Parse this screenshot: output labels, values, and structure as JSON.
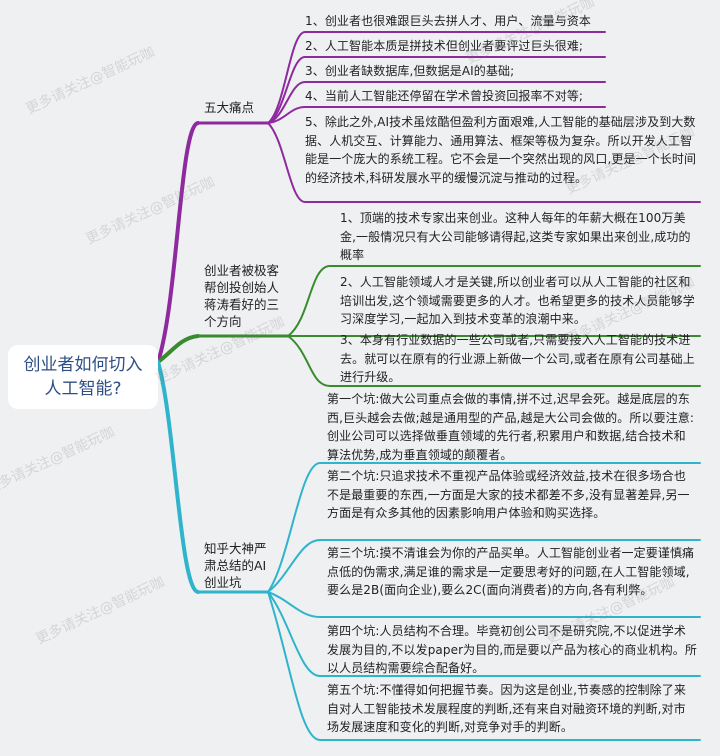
{
  "root": {
    "title": "创业者如何切入人工智能?"
  },
  "branches": [
    {
      "label": "五大痛点",
      "color": "#8e2a9e",
      "leaves": [
        "1、创业者也很难跟巨头去拼人才、用户、流量与资本",
        "2、人工智能本质是拼技术但创业者要评过巨头很难;",
        "3、创业者缺数据库,但数据是AI的基础;",
        "4、当前人工智能还停留在学术曾投资回报率不对等;",
        "5、除此之外,AI技术虽炫酷但盈利方面艰难,人工智能的基础层涉及到大数据、人机交互、计算能力、通用算法、框架等极为复杂。所以开发人工智能是一个庞大的系统工程。它不会是一个突然出现的风口,更是一个长时间的经济技术,科研发展水平的缓慢沉淀与推动的过程。"
      ]
    },
    {
      "label": "创业者被极客帮创投创始人蒋涛看好的三个方向",
      "color": "#3a8a2e",
      "leaves": [
        "1、顶端的技术专家出来创业。这种人每年的年薪大概在100万美金,一般情况只有大公司能够请得起,这类专家如果出来创业,成功的概率",
        "2、人工智能领域人才是关键,所以创业者可以从人工智能的社区和培训出发,这个领域需要更多的人才。也希望更多的技术人员能够学习深度学习,一起加入到技术变革的浪潮中来。",
        "3、本身有行业数据的一些公司或者,只需要接入人工智能的技术进去。就可以在原有的行业源上新做一个公司,或者在原有公司基础上进行升级。"
      ]
    },
    {
      "label": "知乎大神严肃总结的AI创业坑",
      "color": "#2fb4cc",
      "leaves": [
        "第一个坑:做大公司重点会做的事情,拼不过,迟早会死。越是底层的东西,巨头越会去做;越是通用型的产品,越是大公司会做的。所以要注意:创业公司可以选择做垂直领域的先行者,积累用户和数据,结合技术和算法优势,成为垂直领域的颠覆者。",
        "第二个坑:只追求技术不重视产品体验或经济效益,技术在很多场合也不是最重要的东西,一方面是大家的技术都差不多,没有显著差异,另一方面是有众多其他的因素影响用户体验和购买选择。",
        "第三个坑:摸不清谁会为你的产品买单。人工智能创业者一定要谨慎痛点低的伪需求,满足谁的需求是一定要思考好的问题,在人工智能领域,要么是2B(面向企业),要么2C(面向消费者)的方向,各有利弊。",
        "第四个坑:人员结构不合理。毕竟初创公司不是研究院,不以促进学术发展为目的,不以发paper为目的,而是要以产品为核心的商业机构。所以人员结构需要综合配备好。",
        "第五个坑:不懂得如何把握节奏。因为这是创业,节奏感的控制除了来自对人工智能技术发展程度的判断,还有来自对融资环境的判断,对市场发展速度和变化的判断,对竞争对手的判断。"
      ]
    }
  ],
  "watermark": "更多请关注@智能玩咖"
}
